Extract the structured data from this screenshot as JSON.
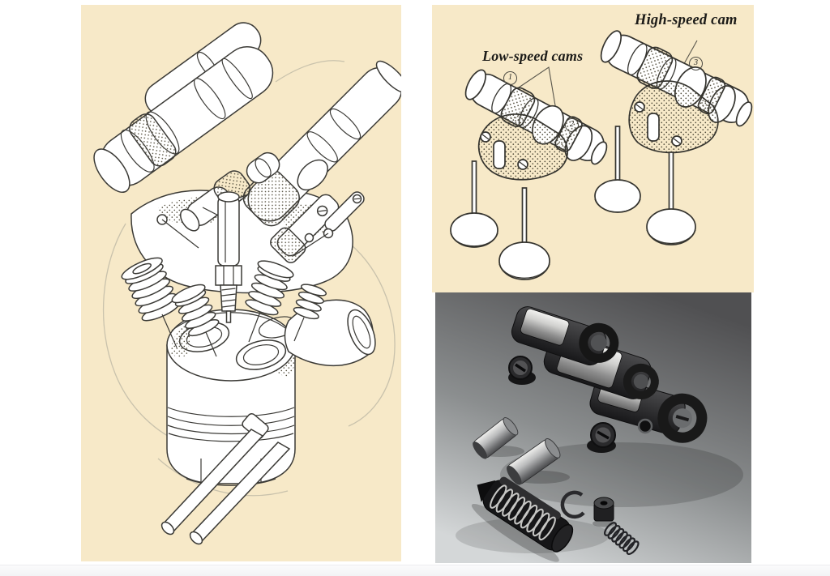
{
  "document": {
    "page_background": "#ffffff",
    "footer_strip_color": "#f1f2f4"
  },
  "figures": {
    "engine_cutaway": {
      "background": "#f7e9c8"
    },
    "cam_diagram": {
      "background": "#f7e9c8",
      "labels": {
        "low_speed": "Low-speed cams",
        "high_speed": "High-speed cam"
      },
      "callouts": [
        "1",
        "2",
        "3"
      ]
    },
    "parts_photo": {
      "background_top": "#505052",
      "background_bottom": "#d4d7d8"
    }
  },
  "colors": {
    "panel_background": "#f7e9c8",
    "line_art": "#3b3a36",
    "label_text": "#1c1b18"
  }
}
